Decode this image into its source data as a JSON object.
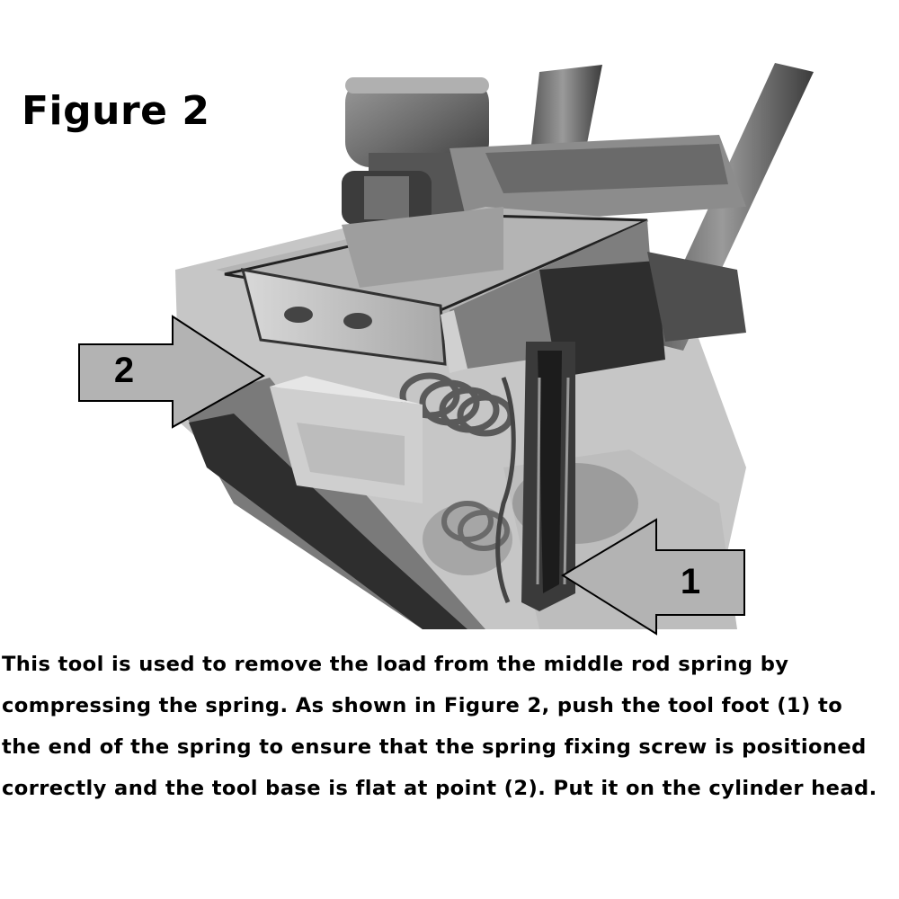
{
  "figure": {
    "title": "Figure 2",
    "callout_1": "1",
    "callout_2": "2"
  },
  "caption": {
    "line_1": "This tool is used to remove the load from the middle rod spring by",
    "line_2": "compressing the spring. As shown in Figure 2, push the tool foot (1) to",
    "line_3": "the end of the spring to ensure that the spring fixing screw is positioned",
    "line_4": "correctly and the tool base is flat at point (2). Put it on the cylinder head."
  },
  "colors": {
    "arrow_fill": "#b3b3b3",
    "metal_dark": "#4a4a4a",
    "metal_mid": "#8a8a8a"
  }
}
